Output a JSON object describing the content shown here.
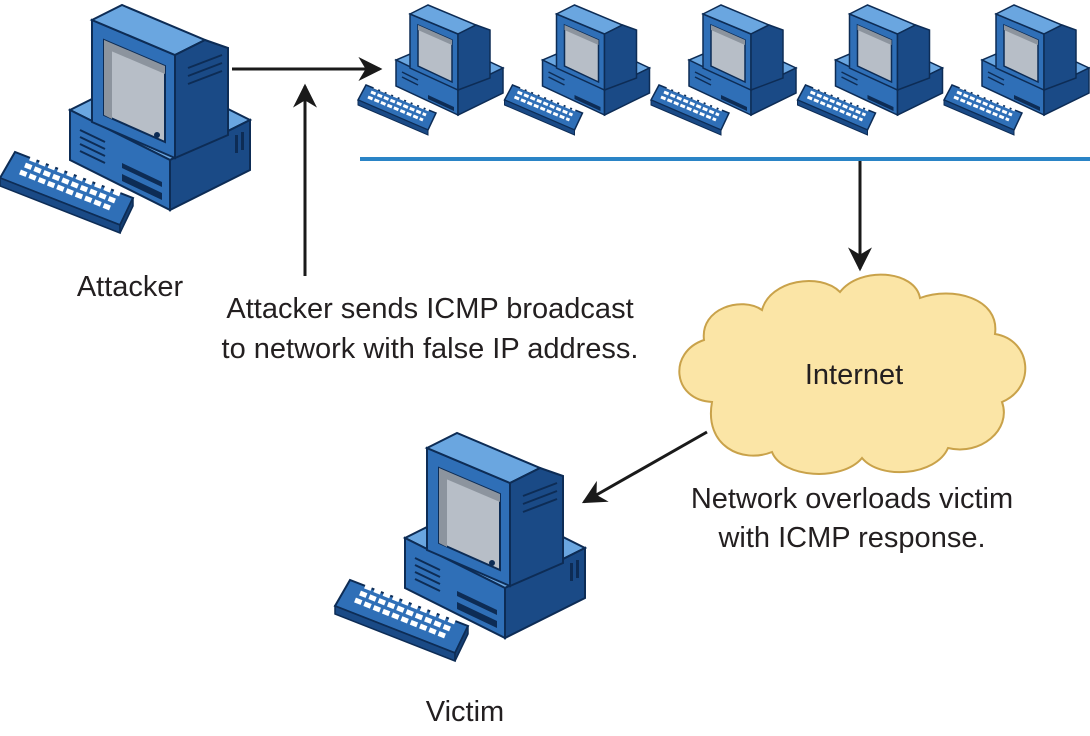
{
  "diagram": {
    "labels": {
      "attacker": "Attacker",
      "victim": "Victim",
      "internet": "Internet",
      "broadcast_line1": "Attacker sends ICMP broadcast",
      "broadcast_line2": "to network with false IP address.",
      "overload_line1": "Network overloads victim",
      "overload_line2": "with ICMP response."
    },
    "network_computer_count": 5,
    "colors": {
      "computer_body": "#2f6fb7",
      "computer_light": "#6aa6e0",
      "computer_dark": "#1a4a86",
      "screen": "#b7bec7",
      "network_line": "#2a84c6",
      "cloud_fill": "#fbe5a6",
      "cloud_stroke": "#c9a24a",
      "arrow": "#1a1a1a"
    }
  }
}
